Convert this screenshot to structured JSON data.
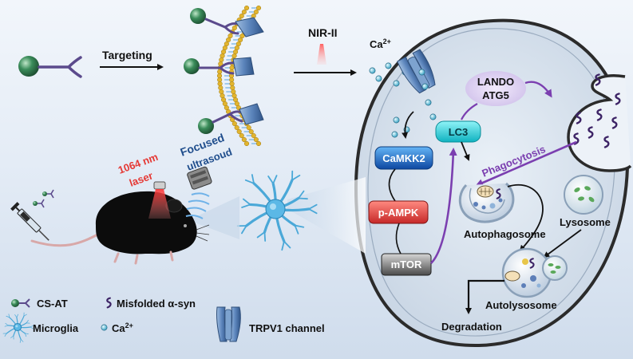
{
  "labels": {
    "targeting": "Targeting",
    "nir": "NIR-II",
    "ca_top": "Ca",
    "ca_sup": "2+",
    "laser_line1": "1064 nm",
    "laser_line2": "laser",
    "focused": "Focused",
    "ultrasound": "ultrasoud",
    "camkk2": "CaMKK2",
    "pampk": "p-AMPK",
    "mtor": "mTOR",
    "lc3": "LC3",
    "lando": "LANDO",
    "atg5": "ATG5",
    "phagocytosis": "Phagocytosis",
    "autophagosome": "Autophagosome",
    "lysosome": "Lysosome",
    "autolysosome": "Autolysosome",
    "degradation": "Degradation"
  },
  "legend": {
    "cs_at": "CS-AT",
    "misfolded": "Misfolded α-syn",
    "trpv1": "TRPV1 channel",
    "microglia": "Microglia",
    "ca": "Ca",
    "ca_sup": "2+"
  },
  "colors": {
    "nanoparticle": "#2e7d4f",
    "linker": "#5b4a8c",
    "channel": "#4a72a8",
    "lipid_head": "#e2b52f",
    "lipid_tail": "#7fb8e6",
    "calcium": "#5ec4e0",
    "cell_fill": "#d8e2ee",
    "camkk2_box": "#1976d2",
    "pampk_box": "#e53935",
    "mtor_box": "#616161",
    "lc3_box": "#1ec9d6",
    "syn": "#3d2466",
    "purple_arrow": "#7b3fb0",
    "laser_text": "#e53935",
    "ultrasound_text": "#1f4d8c"
  },
  "icons": [
    "nanoparticle-icon",
    "y-antibody-icon",
    "membrane-icon",
    "trpv1-channel-icon",
    "mouse-icon",
    "syringe-icon",
    "microglia-icon",
    "laser-icon",
    "ultrasound-transducer-icon",
    "misfolded-syn-icon",
    "lysosome-icon",
    "mitochondrion-icon"
  ]
}
